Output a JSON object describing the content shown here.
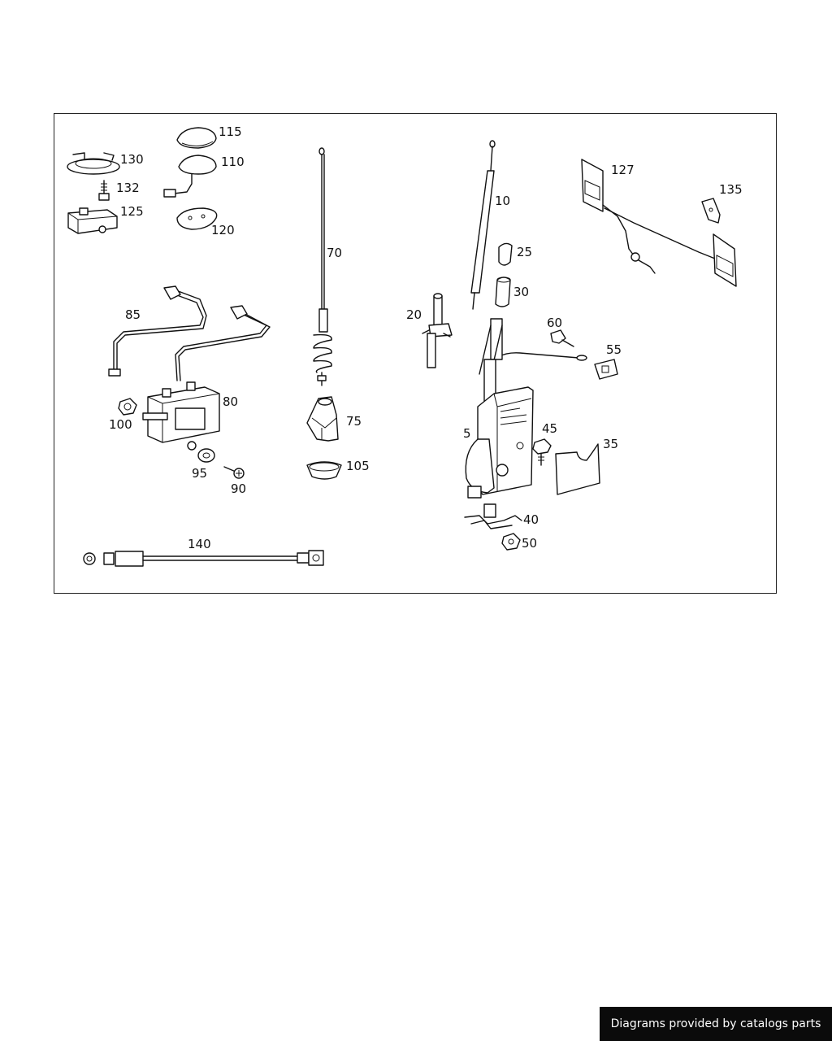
{
  "diagram": {
    "labels": {
      "p115": "115",
      "p130": "130",
      "p110": "110",
      "p132": "132",
      "p125": "125",
      "p120": "120",
      "p70": "70",
      "p85": "85",
      "p80": "80",
      "p100": "100",
      "p95": "95",
      "p90": "90",
      "p75": "75",
      "p105": "105",
      "p140": "140",
      "p10": "10",
      "p25": "25",
      "p30": "30",
      "p20": "20",
      "p60": "60",
      "p55": "55",
      "p5": "5",
      "p45": "45",
      "p35": "35",
      "p40": "40",
      "p50": "50",
      "p127": "127",
      "p135": "135"
    }
  },
  "footer": {
    "credit": "Diagrams provided by catalogs parts"
  }
}
